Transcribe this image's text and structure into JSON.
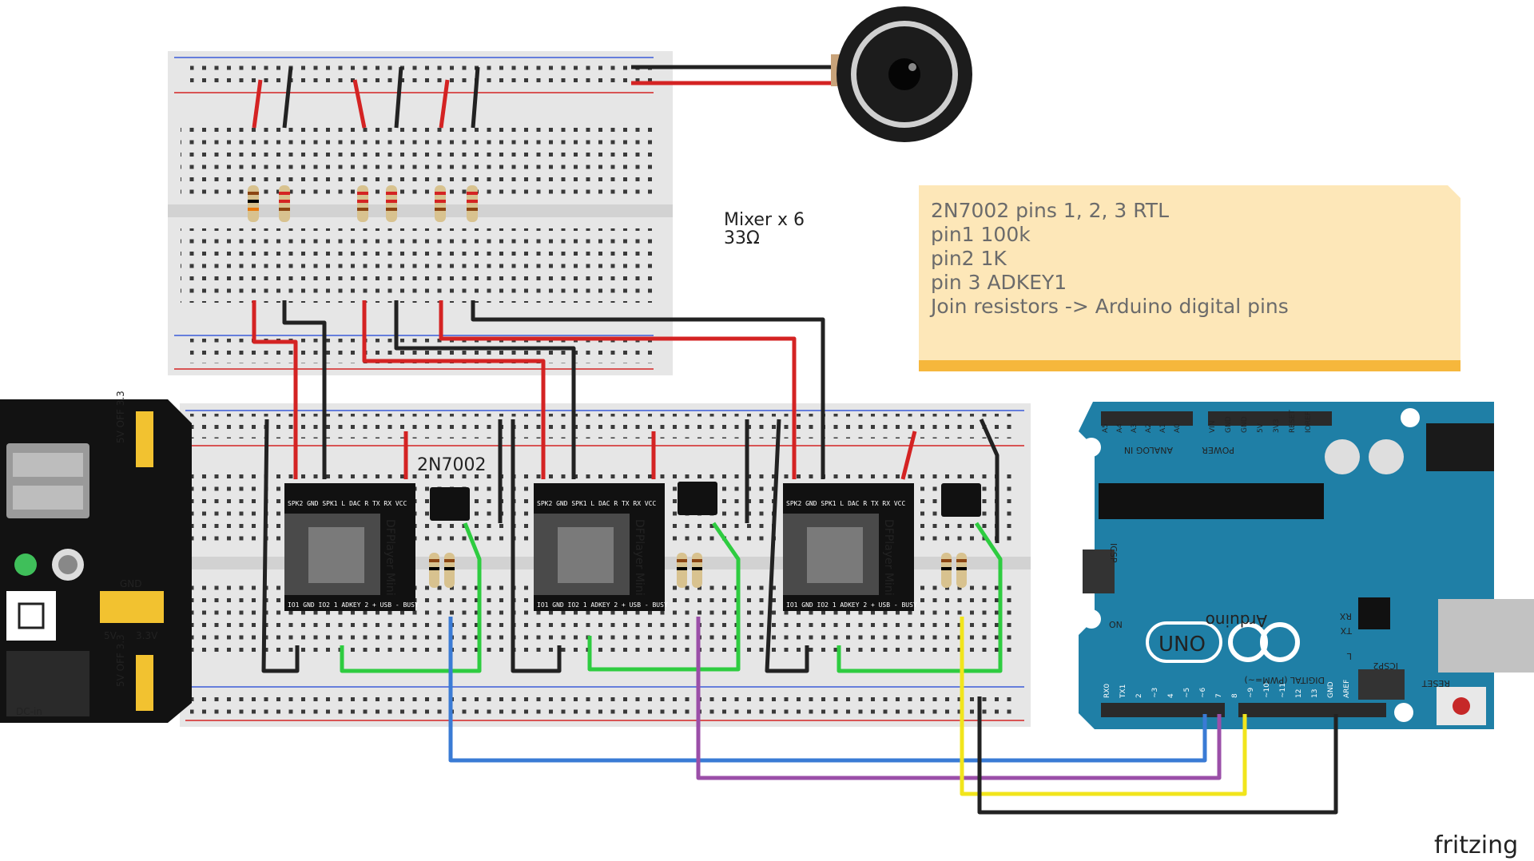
{
  "diagram": {
    "mixer_label": "Mixer x 6",
    "mixer_value": "33Ω",
    "transistor_label": "2N7002",
    "note_lines": [
      "2N7002 pins 1, 2, 3 RTL",
      "pin1 100k",
      "pin2 1K",
      "pin 3 ADKEY1",
      "Join resistors -> Arduino digital pins"
    ],
    "fritzing_logo": "fritzing",
    "dfplayer": {
      "name": "DFPlayer Mini",
      "top_pins": "SPK2  GND  SPK1  L DAC R   TX   RX   VCC",
      "bottom_pins": "IO1  GND  IO2  1 ADKEY 2  + USB -  BUSY"
    },
    "power_module": {
      "jumper_top": "5V  OFF 3.3",
      "jumper_bottom": "5V  OFF 3.3",
      "gnd": "GND",
      "rail_5v": "5V",
      "rail_33v": "3.3V",
      "dc": "DC-in"
    },
    "arduino": {
      "brand": "Arduino",
      "model": "UNO",
      "digital": "DIGITAL (PWM=~)",
      "analog": "ANALOG IN",
      "power": "POWER",
      "reset": "RESET",
      "icsp": "ICSP",
      "icsp2": "ICSP2",
      "on": "ON",
      "tx": "TX",
      "rx": "RX",
      "l": "L",
      "analog_pins": [
        "A5",
        "A4",
        "A3",
        "A2",
        "A1",
        "A0"
      ],
      "power_pins": [
        "VIN",
        "GND",
        "GND",
        "5V",
        "3V3",
        "RESET",
        "IOREF"
      ],
      "digital_pins": [
        "RX0",
        "TX1",
        "2",
        "~3",
        "4",
        "~5",
        "~6",
        "7",
        "8",
        "~9",
        "~10",
        "~11",
        "12",
        "13",
        "GND",
        "AREF"
      ]
    },
    "colors": {
      "red_wire": "#d42323",
      "black_wire": "#222222",
      "green_wire": "#2ecc40",
      "blue_wire": "#3a7bd5",
      "purple_wire": "#9b4fa8",
      "yellow_wire": "#f1e51c",
      "arduino_blue": "#1f7fa6",
      "note_bg": "#fde7b8"
    }
  }
}
